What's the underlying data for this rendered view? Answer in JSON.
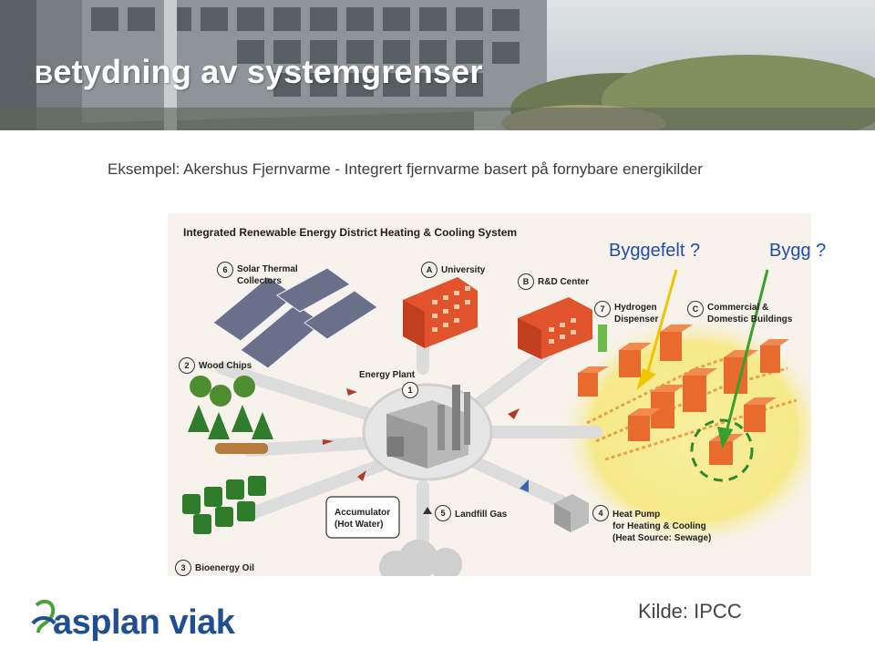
{
  "slide": {
    "title_first": "B",
    "title_rest": "etydning av systemgrenser",
    "subtitle": "Eksempel: Akershus Fjernvarme - Integrert fjernvarme basert på fornybare energikilder",
    "source": "Kilde: IPCC"
  },
  "diagram": {
    "title": "Integrated Renewable Energy District Heating & Cooling System",
    "nodes": [
      {
        "id": "6",
        "label": "Solar Thermal\nCollectors"
      },
      {
        "id": "A",
        "label": "University"
      },
      {
        "id": "B",
        "label": "R&D Center"
      },
      {
        "id": "7",
        "label": "Hydrogen\nDispenser"
      },
      {
        "id": "C",
        "label": "Commercial &\nDomestic Buildings"
      },
      {
        "id": "2",
        "label": "Wood Chips"
      },
      {
        "id": "1",
        "label": "Energy Plant"
      },
      {
        "id": "5",
        "label": "Landfill Gas"
      },
      {
        "id": "4",
        "label": "Heat Pump\nfor Heating & Cooling\n(Heat Source: Sewage)"
      },
      {
        "id": "3",
        "label": "Bioenergy Oil"
      }
    ],
    "accumulator_label": "Accumulator\n(Hot Water)",
    "callouts": {
      "byggefelt": "Byggefelt ?",
      "bygg": "Bygg ?"
    }
  },
  "logo": {
    "text": "asplan viak"
  },
  "colors": {
    "callout_text": "#1e4fa8",
    "callout_arrow": "#f2c400",
    "building": "#e86a2c",
    "highlight": "#f5e98a",
    "logo": "#1f4f8f"
  }
}
